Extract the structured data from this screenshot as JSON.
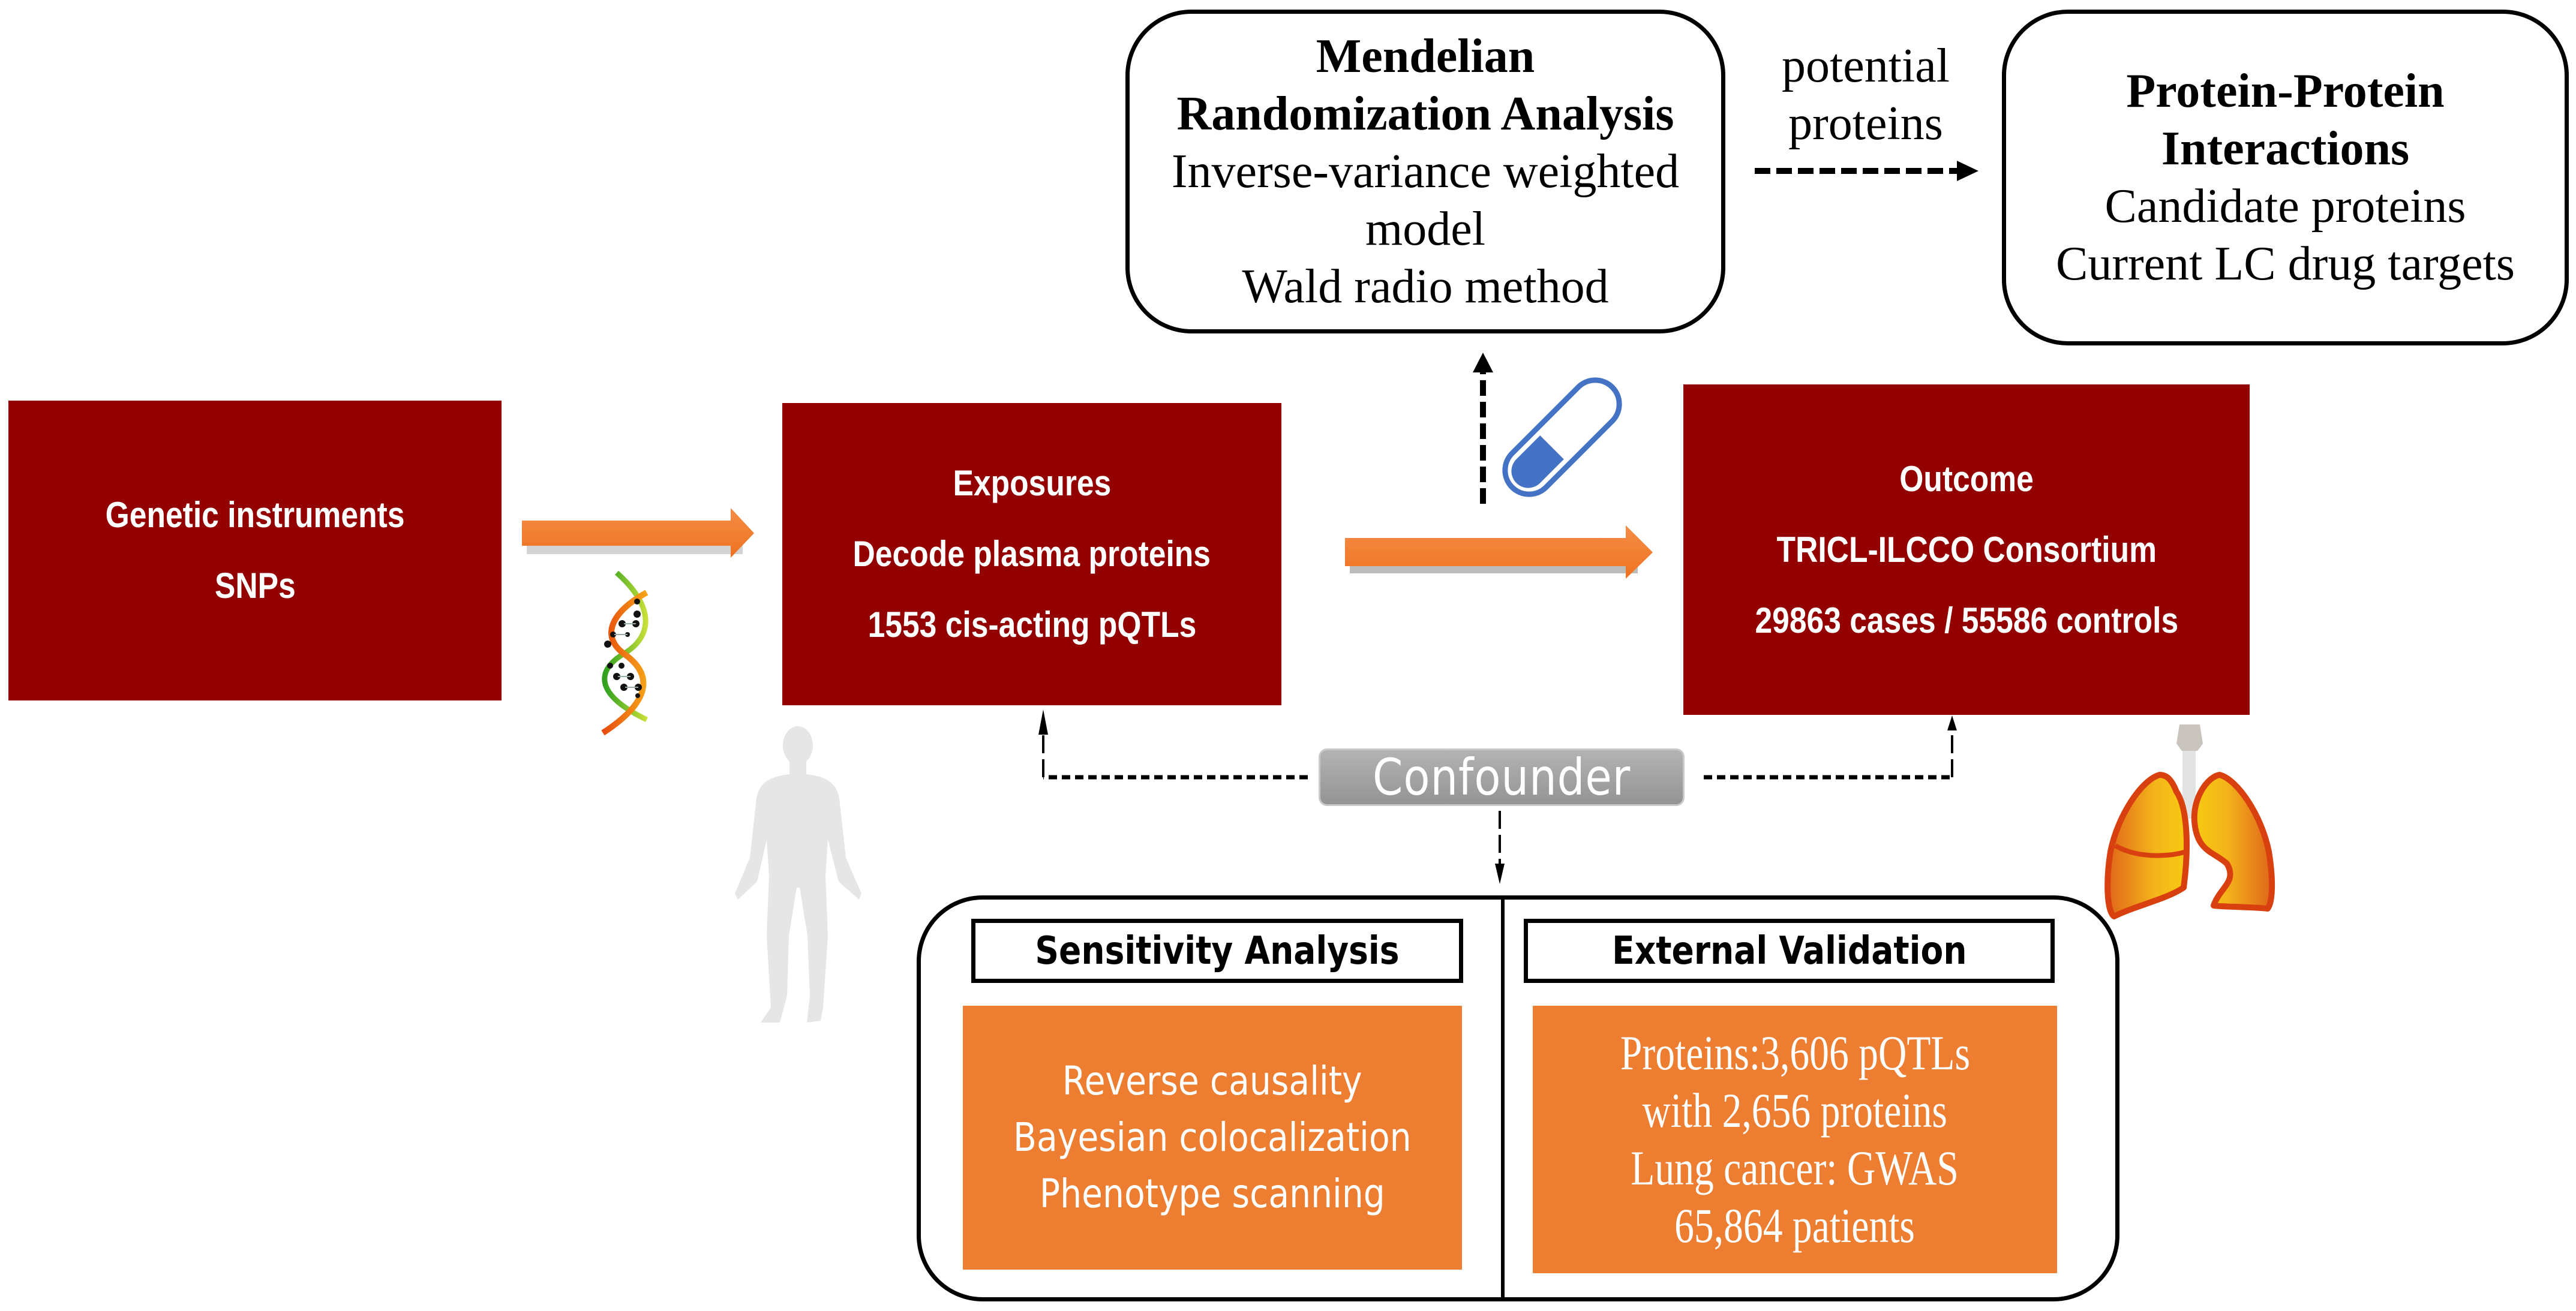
{
  "mr_box": {
    "title_line1": "Mendelian",
    "title_line2": "Randomization Analysis",
    "line1": "Inverse-variance weighted",
    "line2": "model",
    "line3": "Wald radio method"
  },
  "mr_to_ppi": {
    "label_line1": "potential",
    "label_line2": "proteins"
  },
  "ppi_box": {
    "title_line1": "Protein-Protein",
    "title_line2": "Interactions",
    "line1": "Candidate proteins",
    "line2": "Current LC drug targets"
  },
  "instruments_box": {
    "line1": "Genetic instruments",
    "line2": "SNPs"
  },
  "exposures_box": {
    "line1": "Exposures",
    "line2": "Decode plasma proteins",
    "line3": "1553 cis-acting pQTLs"
  },
  "outcome_box": {
    "line1": "Outcome",
    "line2": "TRICL-ILCCO Consortium",
    "line3": "29863 cases / 55586 controls"
  },
  "confounder": {
    "label": "Confounder"
  },
  "sensitivity": {
    "header": "Sensitivity Analysis",
    "items": [
      "Reverse causality",
      "Bayesian colocalization",
      "Phenotype scanning"
    ]
  },
  "validation": {
    "header": "External Validation",
    "items": [
      "Proteins:3,606 pQTLs",
      "with 2,656 proteins",
      "Lung cancer: GWAS",
      "65,864 patients"
    ]
  },
  "icons": {
    "dna": "dna-helix-icon",
    "pill": "capsule-pill-icon",
    "human": "human-silhouette-icon",
    "lungs": "lungs-icon"
  },
  "colors": {
    "dark_red": "#930000",
    "orange": "#ED7D31",
    "arrow_orange": "#F07C2A",
    "pill_blue": "#4472C4",
    "confounder_gray": "#A6A6A6",
    "silhouette_gray": "#E6E6E6"
  }
}
